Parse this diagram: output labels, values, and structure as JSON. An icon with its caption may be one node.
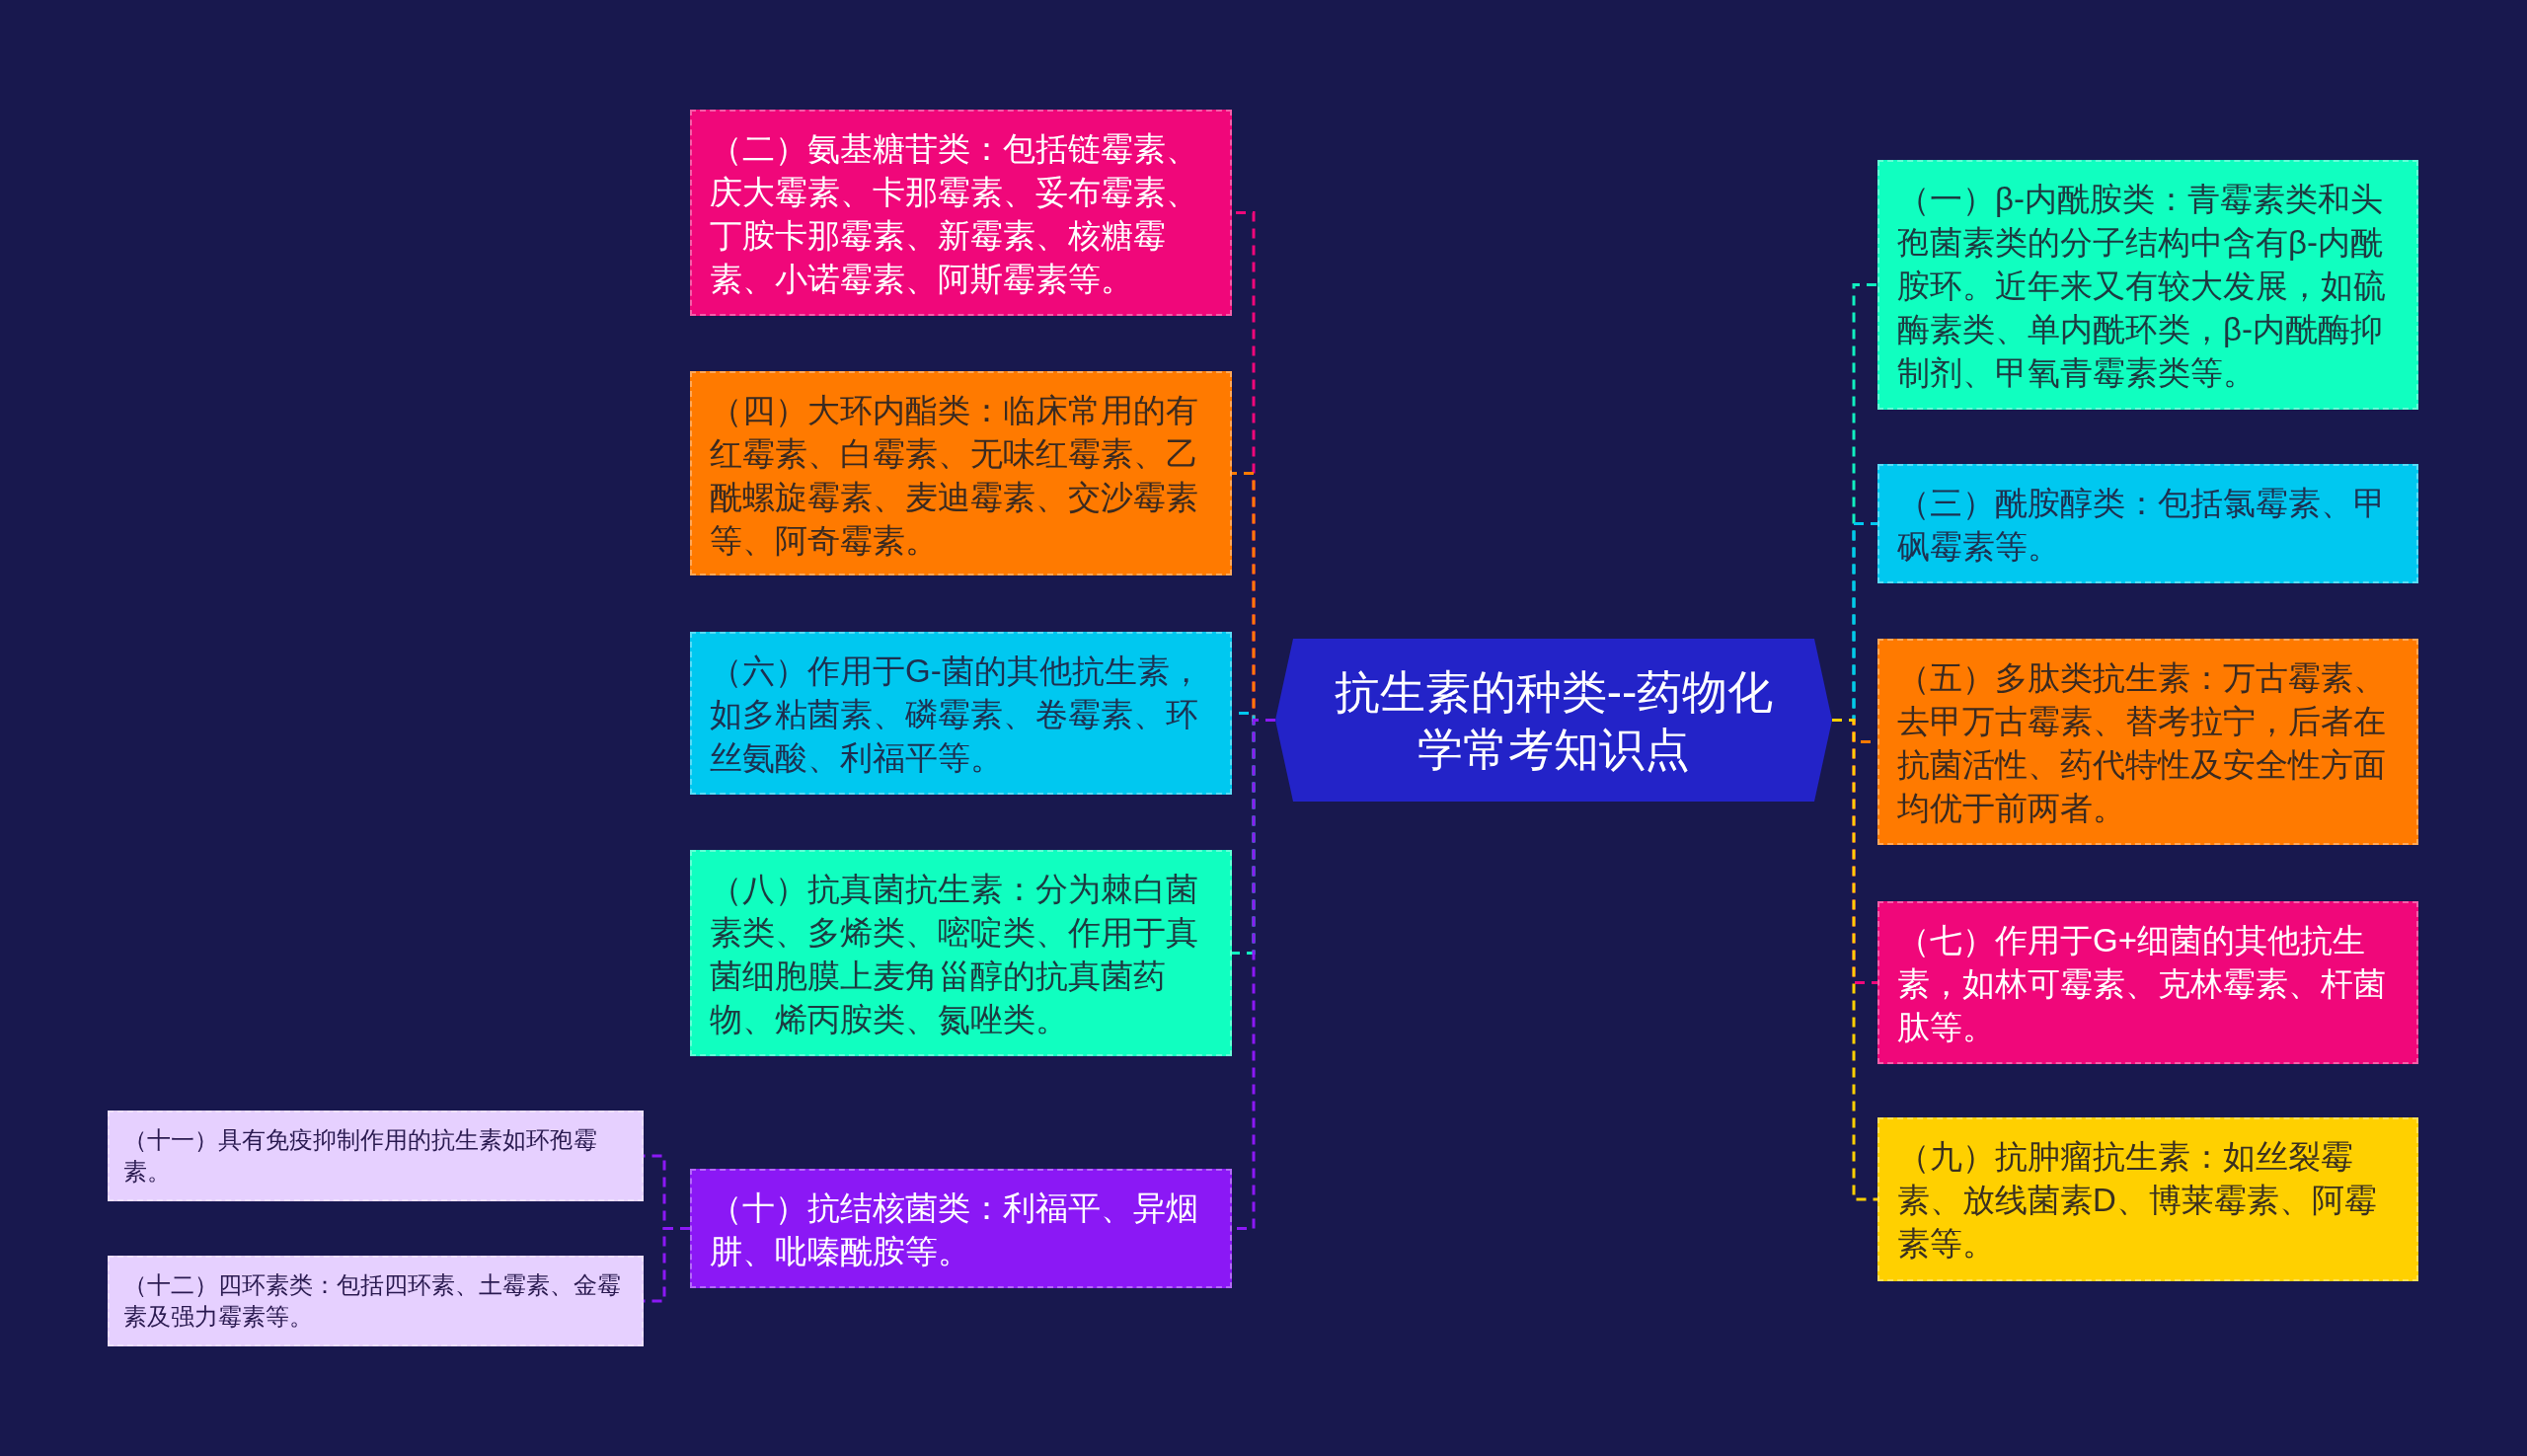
{
  "diagram": {
    "nodes": [
      {
        "text": [
          "抗生素的种类--药物化学常考知识点"
        ]
      },
      {
        "text": [
          "（二）氨基糖苷类：包括链霉素、庆大霉素、卡那霉素、妥布霉素、丁胺卡那霉素、新霉素、核糖霉素、小诺霉素、阿斯霉素等。"
        ]
      },
      {
        "text": [
          "（四）大环内酯类：临床常用的有红霉素、白霉素、无味红霉素、乙酰螺旋霉素、麦迪霉素、交沙霉素等、阿奇霉素。"
        ]
      },
      {
        "text": [
          "（六）作用于G-菌的其他抗生素，如多粘菌素、磷霉素、卷霉素、环丝氨酸、利福平等。"
        ]
      },
      {
        "text": [
          "（八）抗真菌抗生素：分为棘白菌素类、多烯类、嘧啶类、作用于真菌细胞膜上麦角甾醇的抗真菌药物、烯丙胺类、氮唑类。"
        ]
      },
      {
        "text": [
          "（十）抗结核菌类：利福平、异烟肼、吡嗪酰胺等。"
        ]
      },
      {
        "text": [
          "（十一）具有免疫抑制作用的抗生素如环孢霉素。"
        ]
      },
      {
        "text": [
          "（十二）四环素类：包括四环素、土霉素、金霉素及强力霉素等。"
        ]
      },
      {
        "text": [
          "（一）β-内酰胺类：青霉素类和头孢菌素类的分子结构中含有β-内酰胺环。近年来又有较大发展，如硫酶素类、单内酰环类，β-内酰酶抑制剂、甲氧青霉素类等。"
        ]
      },
      {
        "text": [
          "（三）酰胺醇类：包括氯霉素、甲砜霉素等。"
        ]
      },
      {
        "text": [
          "（五）多肽类抗生素：万古霉素、去甲万古霉素、替考拉宁，后者在抗菌活性、药代特性及安全性方面均优于前两者。"
        ]
      },
      {
        "text": [
          "（七）作用于G+细菌的其他抗生素，如林可霉素、克林霉素、杆菌肽等。"
        ]
      },
      {
        "text": [
          "（九）抗肿瘤抗生素：如丝裂霉素、放线菌素D、博莱霉素、阿霉素等。"
        ]
      }
    ],
    "edges": [
      {
        "from": 0,
        "to": 1,
        "arrow": "none",
        "color": "#f0077a"
      },
      {
        "from": 0,
        "to": 2,
        "arrow": "none",
        "color": "#ff7a00"
      },
      {
        "from": 0,
        "to": 3,
        "arrow": "none",
        "color": "#00c8f0"
      },
      {
        "from": 0,
        "to": 4,
        "arrow": "none",
        "color": "#10f0c0"
      },
      {
        "from": 0,
        "to": 5,
        "arrow": "none",
        "color": "#8b18f5"
      },
      {
        "from": 5,
        "to": 6,
        "arrow": "none",
        "color": "#8b18f5"
      },
      {
        "from": 5,
        "to": 7,
        "arrow": "none",
        "color": "#8b18f5"
      },
      {
        "from": 0,
        "to": 8,
        "arrow": "none",
        "color": "#10f0c0"
      },
      {
        "from": 0,
        "to": 9,
        "arrow": "none",
        "color": "#00c8f0"
      },
      {
        "from": 0,
        "to": 10,
        "arrow": "none",
        "color": "#ff7a00"
      },
      {
        "from": 0,
        "to": 11,
        "arrow": "none",
        "color": "#f0077a"
      },
      {
        "from": 0,
        "to": 12,
        "arrow": "none",
        "color": "#ffd000"
      }
    ]
  }
}
